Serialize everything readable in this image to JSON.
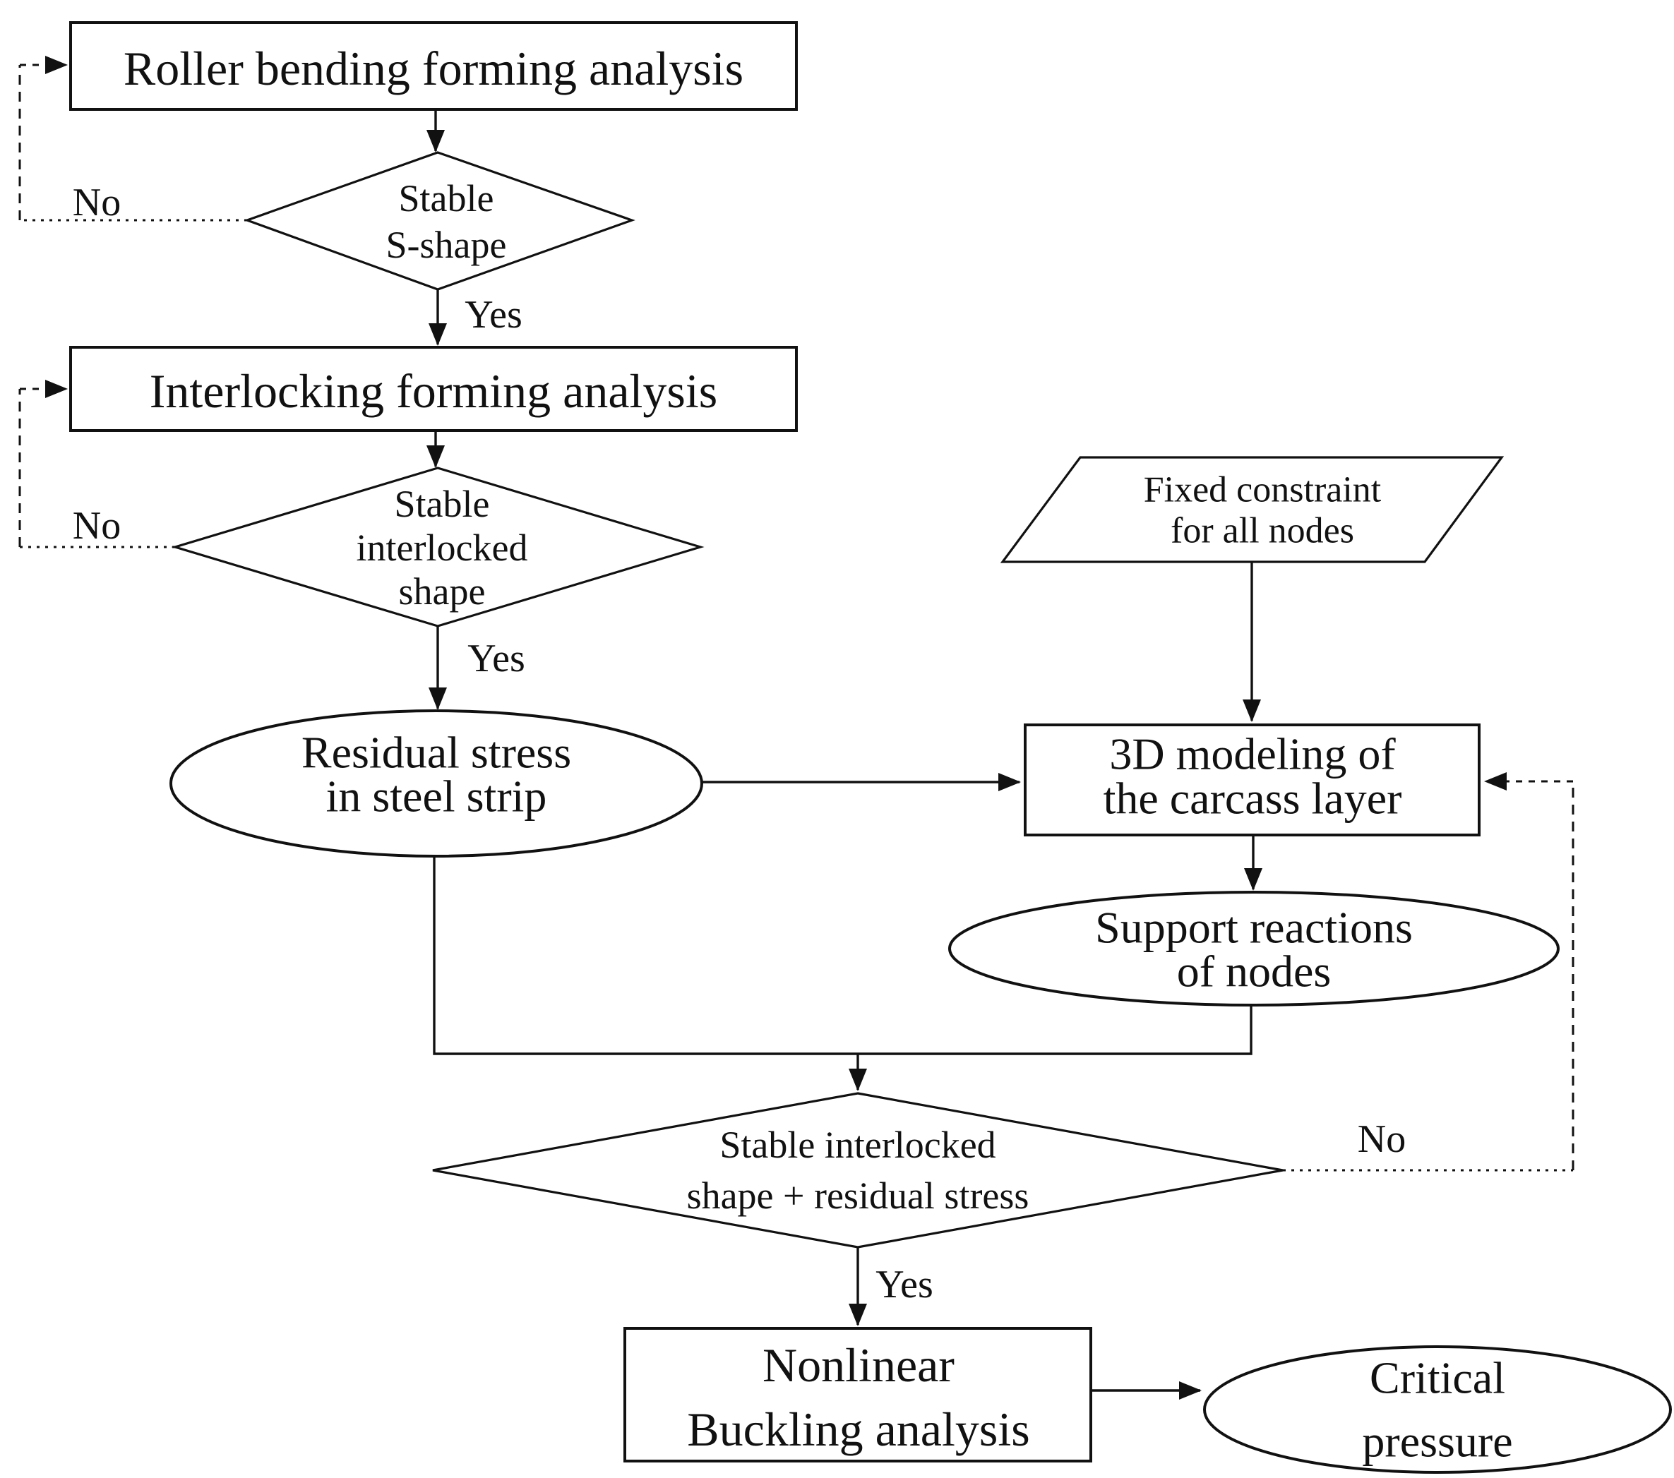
{
  "diagram": {
    "description": "Flowchart of finite-element analysis procedure for carcass layer critical pressure",
    "colors": {
      "background": "#ffffff",
      "stroke": "#111111",
      "text": "#111111"
    },
    "nodes": {
      "roller_bending": {
        "type": "process",
        "label": "Roller bending forming analysis"
      },
      "stable_s_shape": {
        "type": "decision",
        "lines": [
          "Stable",
          "S-shape"
        ]
      },
      "interlocking": {
        "type": "process",
        "label": "Interlocking forming analysis"
      },
      "stable_interlocked": {
        "type": "decision",
        "lines": [
          "Stable",
          "interlocked",
          "shape"
        ]
      },
      "residual_stress": {
        "type": "terminator",
        "lines": [
          "Residual stress",
          "in steel strip"
        ]
      },
      "fixed_constraint": {
        "type": "input",
        "lines": [
          "Fixed constraint",
          "for all nodes"
        ]
      },
      "carcass_modeling": {
        "type": "process",
        "lines": [
          "3D modeling of",
          "the carcass layer"
        ]
      },
      "support_reactions": {
        "type": "terminator",
        "lines": [
          "Support reactions",
          "of nodes"
        ]
      },
      "stability_check": {
        "type": "decision",
        "lines": [
          "Stable interlocked",
          "shape + residual stress"
        ]
      },
      "nonlinear_buckling": {
        "type": "process",
        "lines": [
          "Nonlinear",
          "Buckling analysis"
        ]
      },
      "critical_pressure": {
        "type": "terminator",
        "lines": [
          "Critical",
          "pressure"
        ]
      }
    },
    "edge_labels": {
      "yes_1": "Yes",
      "no_1": "No",
      "yes_2": "Yes",
      "no_2": "No",
      "yes_3": "Yes",
      "no_3": "No"
    }
  }
}
